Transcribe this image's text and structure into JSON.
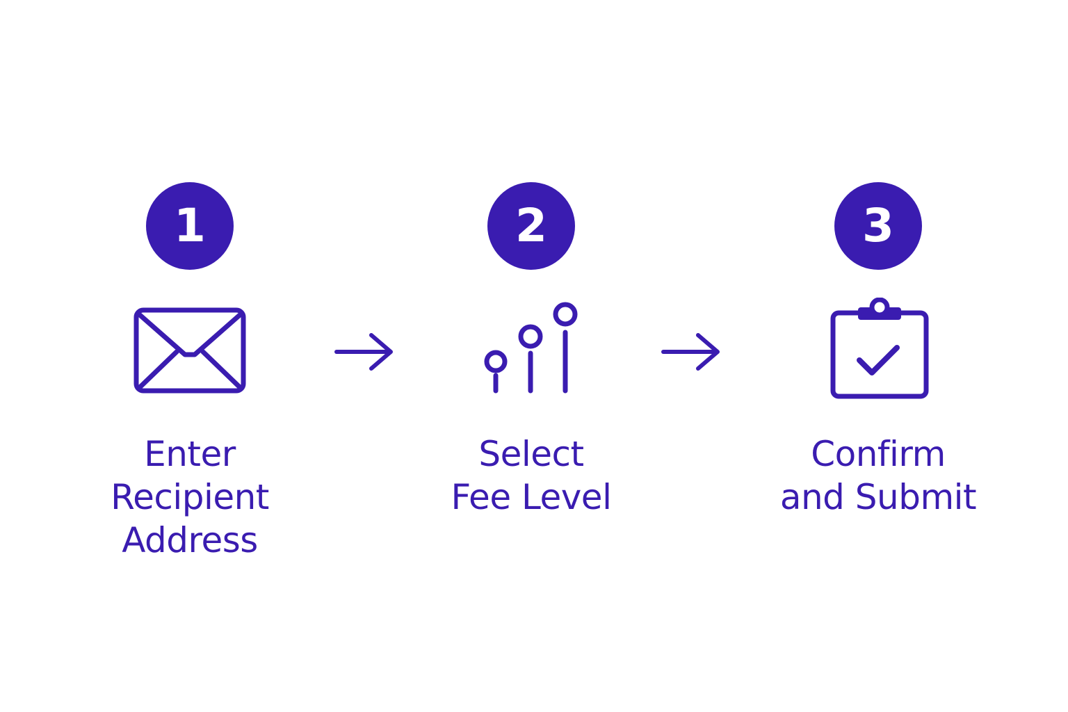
{
  "colors": {
    "accent": "#3a1cb0",
    "badge_text": "#ffffff",
    "background": "#ffffff"
  },
  "steps": [
    {
      "number": "1",
      "icon": "envelope-icon",
      "label_lines": [
        "Enter",
        "Recipient",
        "Address"
      ]
    },
    {
      "number": "2",
      "icon": "sliders-icon",
      "label_lines": [
        "Select",
        "Fee Level"
      ]
    },
    {
      "number": "3",
      "icon": "clipboard-check-icon",
      "label_lines": [
        "Confirm",
        "and Submit"
      ]
    }
  ],
  "connectors": [
    "arrow-right-icon",
    "arrow-right-icon"
  ]
}
